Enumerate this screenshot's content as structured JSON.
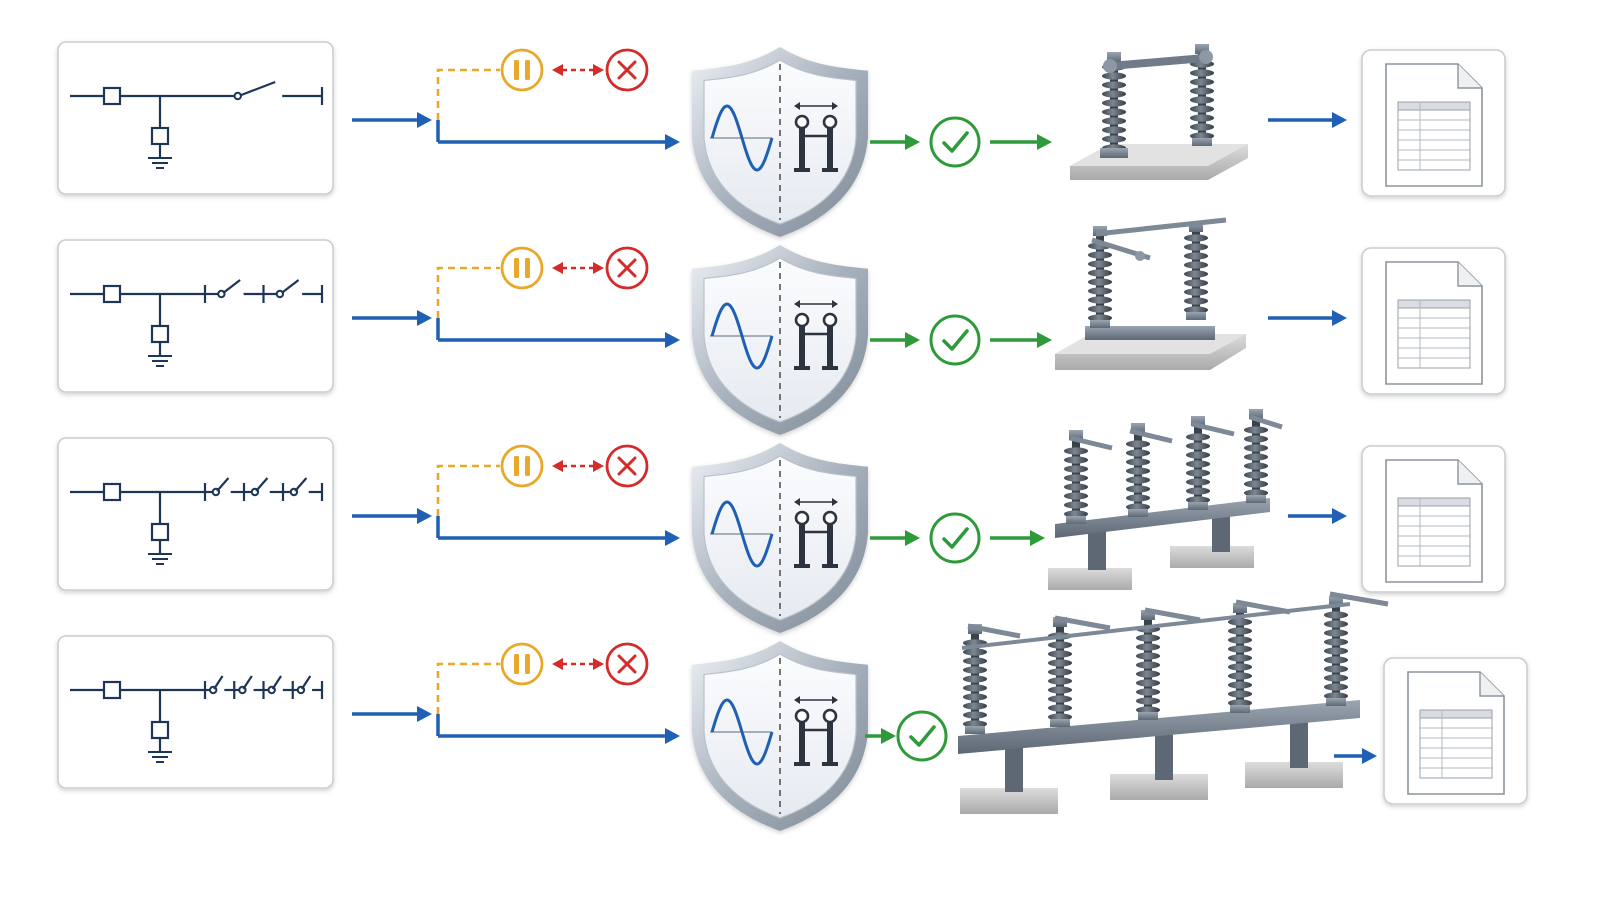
{
  "colors": {
    "flow": "#1f5fb4",
    "pause": "#e8a92a",
    "reject": "#d42b2b",
    "accept": "#2e9a3a",
    "schematic": "#1d3557",
    "panel_border": "#c9cdd2",
    "steel": "#6b7785",
    "insulator": "#4f5964",
    "concrete": "#c4c4c4"
  },
  "icons": {
    "pause": "pause-icon",
    "reject": "x-icon",
    "accept": "check-icon",
    "shield": "shield-icon",
    "waveform": "sine-wave-icon",
    "switch": "disconnector-icon",
    "document": "document-icon"
  },
  "rows": [
    {
      "breaks": 0
    },
    {
      "breaks": 1
    },
    {
      "breaks": 2
    },
    {
      "breaks": 3
    }
  ]
}
